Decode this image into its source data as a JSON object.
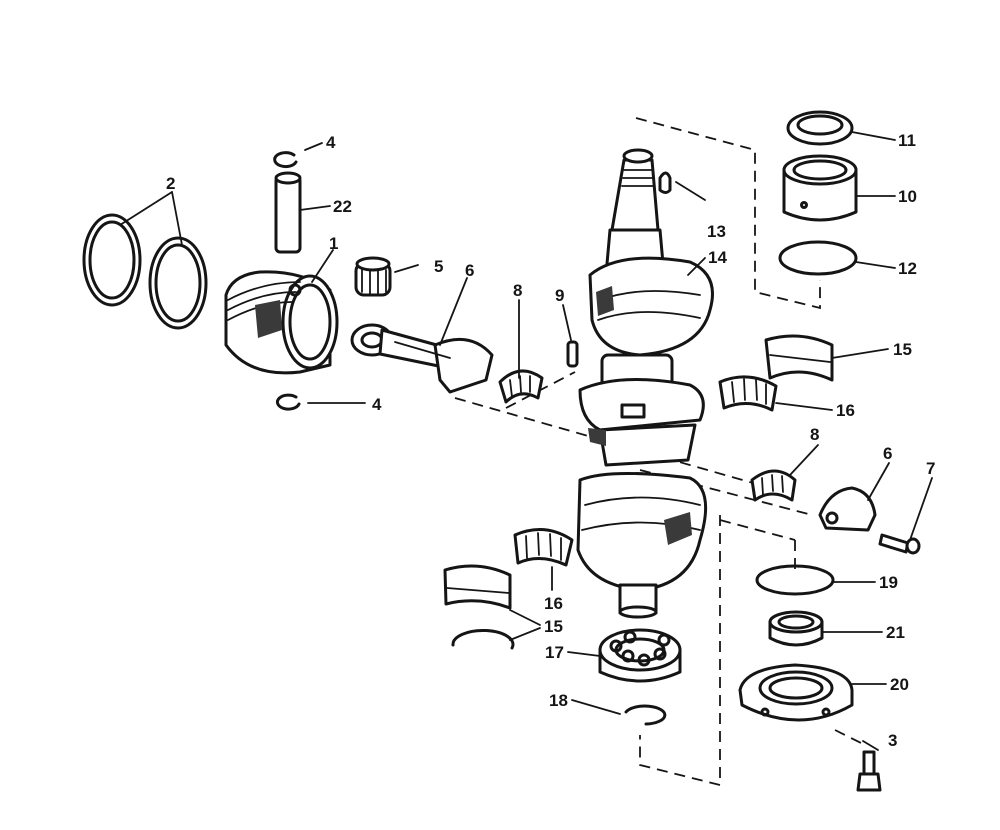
{
  "callouts": [
    {
      "id": "piston",
      "text": "1"
    },
    {
      "id": "piston-rings",
      "text": "2"
    },
    {
      "id": "screw-bottom",
      "text": "3"
    },
    {
      "id": "retaining-ring-top",
      "text": "4"
    },
    {
      "id": "retaining-ring-bottom",
      "text": "4"
    },
    {
      "id": "needle-bearing-wrist",
      "text": "5"
    },
    {
      "id": "connecting-rod",
      "text": "6"
    },
    {
      "id": "rod-cap",
      "text": "6"
    },
    {
      "id": "rod-screw",
      "text": "7"
    },
    {
      "id": "rod-bearing-cage-left",
      "text": "8"
    },
    {
      "id": "rod-bearing-cage-right",
      "text": "8"
    },
    {
      "id": "roller",
      "text": "9"
    },
    {
      "id": "upper-bearing",
      "text": "10"
    },
    {
      "id": "upper-seal",
      "text": "11"
    },
    {
      "id": "upper-o-ring",
      "text": "12"
    },
    {
      "id": "key",
      "text": "13"
    },
    {
      "id": "crankshaft",
      "text": "14"
    },
    {
      "id": "main-bearing-race-right",
      "text": "15"
    },
    {
      "id": "main-bearing-race-left",
      "text": "15"
    },
    {
      "id": "main-bearing-cage-right",
      "text": "16"
    },
    {
      "id": "main-bearing-cage-left",
      "text": "16"
    },
    {
      "id": "ball-bearing",
      "text": "17"
    },
    {
      "id": "snap-ring",
      "text": "18"
    },
    {
      "id": "lower-o-ring",
      "text": "19"
    },
    {
      "id": "lower-housing",
      "text": "20"
    },
    {
      "id": "lower-seal",
      "text": "21"
    },
    {
      "id": "wrist-pin",
      "text": "22"
    }
  ]
}
